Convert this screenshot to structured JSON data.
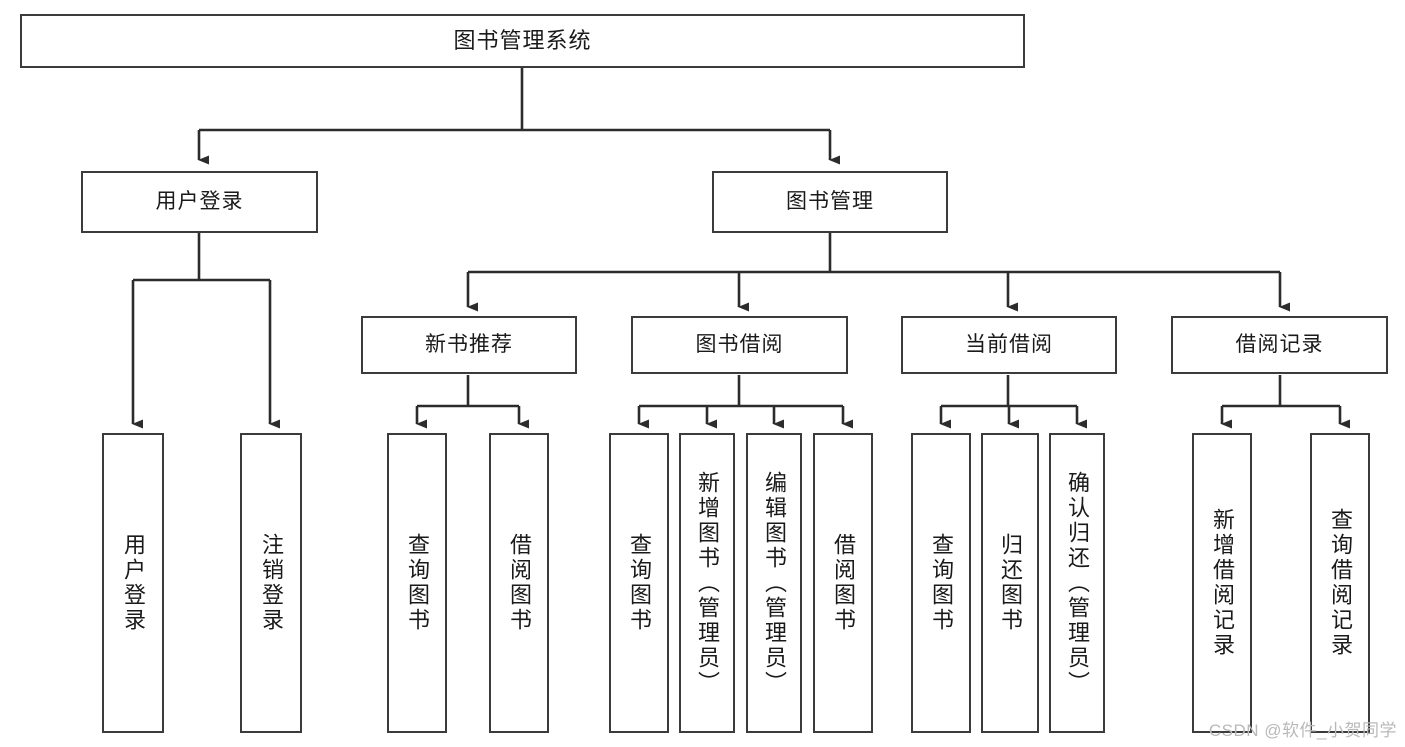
{
  "diagram": {
    "type": "tree-hierarchy",
    "title": "图书管理系统",
    "orientation": "top-down",
    "line_color": "#3b3b3b",
    "box_fill": "#ffffff",
    "text_color": "#1a1a1a",
    "levels": 4
  },
  "root": {
    "label": "图书管理系统"
  },
  "level2": [
    {
      "label": "用户登录"
    },
    {
      "label": "图书管理"
    }
  ],
  "level3": [
    {
      "label": "新书推荐"
    },
    {
      "label": "图书借阅"
    },
    {
      "label": "当前借阅"
    },
    {
      "label": "借阅记录"
    }
  ],
  "leaves": {
    "user_login": [
      {
        "label": "用户登录"
      },
      {
        "label": "注销登录"
      }
    ],
    "new_book_recommend": [
      {
        "label": "查询图书"
      },
      {
        "label": "借阅图书"
      }
    ],
    "book_borrow": [
      {
        "label": "查询图书"
      },
      {
        "label": "新增图书（管理员）"
      },
      {
        "label": "编辑图书（管理员）"
      },
      {
        "label": "借阅图书"
      }
    ],
    "current_borrow": [
      {
        "label": "查询图书"
      },
      {
        "label": "归还图书"
      },
      {
        "label": "确认归还（管理员）"
      }
    ],
    "borrow_record": [
      {
        "label": "新增借阅记录"
      },
      {
        "label": "查询借阅记录"
      }
    ]
  },
  "watermark": {
    "text": "CSDN @软件_小贺同学"
  }
}
